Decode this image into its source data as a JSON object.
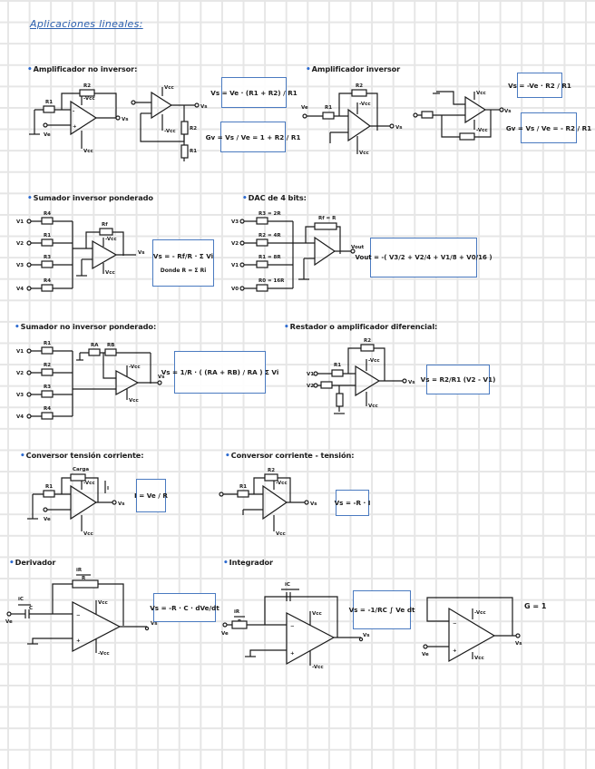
{
  "title": "Aplicaciones lineales:",
  "sections": {
    "no_inversor": {
      "label": "Amplificador no inversor:",
      "formula1": "Vs = Ve · (R1 + R2) / R1",
      "formula2": "Gv = Vs / Ve = 1 + R2 / R1",
      "labels": {
        "r2": "R2",
        "r1": "R1",
        "vcc_neg": "-Vcc",
        "vcc_pos": "Vcc",
        "ve": "Ve",
        "vs": "Vs",
        "r2b": "R2",
        "r1b": "R1"
      }
    },
    "inversor": {
      "label": "Amplificador inversor",
      "formula1": "Vs = -Ve · R2 / R1",
      "formula2": "Gv = Vs / Ve = - R2 / R1",
      "labels": {
        "r2": "R2",
        "r1": "R1",
        "vcc_neg": "-Vcc",
        "vcc_pos": "Vcc",
        "ve": "Ve",
        "vs": "Vs",
        "vs2": "Vs"
      }
    },
    "sumador_inversor": {
      "label": "Sumador inversor ponderado",
      "formula1": "Vs = - Rf/R · Σ Vi",
      "formula2": "Donde R = Σ Ri",
      "labels": {
        "v1": "V1",
        "v2": "V2",
        "v3": "V3",
        "v4": "V4",
        "r1": "R4",
        "r2": "R1",
        "r3": "R3",
        "r4": "R4",
        "rf": "Rf",
        "vcc_neg": "-Vcc",
        "vcc_pos": "Vcc",
        "vs": "Vs"
      }
    },
    "dac": {
      "label": "DAC de 4 bits:",
      "formula1": "Vout = -( V3/2 + V2/4 + V1/8 + V0/16 )",
      "labels": {
        "v3": "V3",
        "v2": "V2",
        "v1": "V1",
        "v0": "V0",
        "r3": "R3 = 2R",
        "r2": "R2 = 4R",
        "r1": "R1 = 8R",
        "r0": "R0 = 16R",
        "rf": "Rf = R",
        "vout": "Vout"
      }
    },
    "sumador_no_inversor": {
      "label": "Sumador no inversor ponderado:",
      "formula1": "Vs = 1/R · ( (RA + RB) / RA ) Σ Vi",
      "labels": {
        "v1": "V1",
        "v2": "V2",
        "v3": "V3",
        "v4": "V4",
        "r1": "R1",
        "r2": "R2",
        "r3": "R3",
        "r4": "R4",
        "ra": "RA",
        "rb": "RB",
        "vcc_neg": "-Vcc",
        "vcc_pos": "Vcc",
        "vs": "Vs"
      }
    },
    "restador": {
      "label": "Restador o amplificador diferencial:",
      "formula1": "Vs = R2/R1 (V2 - V1)",
      "labels": {
        "r2": "R2",
        "r1": "R1",
        "v1": "V1",
        "v2": "V2",
        "vcc_neg": "-Vcc",
        "vcc_pos": "Vcc",
        "vs": "Vs"
      }
    },
    "conv_tension_corriente": {
      "label": "Conversor tensión corriente:",
      "formula1": "I = Ve / R",
      "labels": {
        "carga": "Carga",
        "r1": "R1",
        "vcc_neg": "-Vcc",
        "vcc_pos": "Vcc",
        "ve": "Ve",
        "vs": "Vs",
        "i": "I"
      }
    },
    "conv_corriente_tension": {
      "label": "Conversor corriente - tensión:",
      "formula1": "Vs = -R · I",
      "labels": {
        "r2": "R2",
        "r1": "R1",
        "vcc_neg": "-Vcc",
        "vcc_pos": "Vcc",
        "vs": "Vs"
      }
    },
    "derivador": {
      "label": "Derivador",
      "formula1": "Vs = -R · C · dVe/dt",
      "labels": {
        "ir": "iR",
        "r": "R",
        "ic": "iC",
        "c": "C",
        "vcc_pos": "Vcc",
        "vcc_neg": "-Vcc",
        "ve": "Ve",
        "vs": "Vs"
      }
    },
    "integrador": {
      "label": "Integrador",
      "formula1": "Vs = -1/RC ∫ Ve dt",
      "labels": {
        "ic": "iC",
        "ir": "iR",
        "r": "R",
        "vcc_pos": "Vcc",
        "vcc_neg": "-Vcc",
        "ve": "Ve",
        "vs": "Vs"
      }
    },
    "seguidor": {
      "gain": "G = 1",
      "labels": {
        "vcc_neg": "-Vcc",
        "vcc_pos": "Vcc",
        "ve": "Ve",
        "vs": "Vs"
      }
    }
  },
  "colors": {
    "accent": "#4a7ac0",
    "title": "#2b5fae",
    "bullet": "#2d6bd0",
    "grid": "#e6e6e6"
  }
}
